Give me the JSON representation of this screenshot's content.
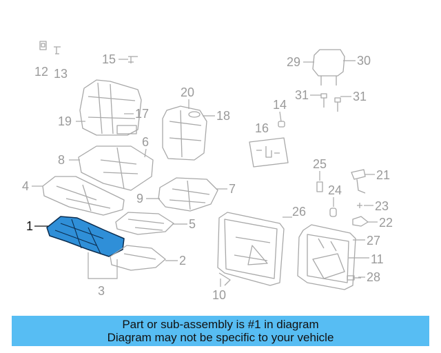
{
  "callouts": {
    "c1": "1",
    "c2": "2",
    "c3": "3",
    "c4": "4",
    "c5": "5",
    "c6": "6",
    "c7": "7",
    "c8": "8",
    "c9": "9",
    "c10": "10",
    "c11": "11",
    "c12": "12",
    "c13": "13",
    "c14": "14",
    "c15": "15",
    "c16": "16",
    "c17": "17",
    "c18": "18",
    "c19": "19",
    "c20": "20",
    "c21": "21",
    "c22": "22",
    "c23": "23",
    "c24": "24",
    "c25": "25",
    "c26": "26",
    "c27": "27",
    "c28": "28",
    "c29": "29",
    "c30": "30",
    "c31a": "31",
    "c31b": "31"
  },
  "highlight_color": "#2f8fd8",
  "banner": {
    "line1": "Part or sub-assembly is #1 in diagram",
    "line2": "Diagram may not be specific to your vehicle",
    "color": "#57bdf3"
  }
}
